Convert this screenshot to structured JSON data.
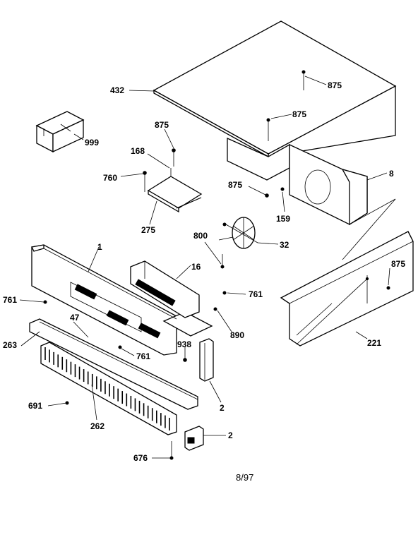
{
  "diagram": {
    "labels": {
      "p432": "432",
      "p875_top": "875",
      "p875_mid": "875",
      "p875_left": "875",
      "p999": "999",
      "p168": "168",
      "p760": "760",
      "p275": "275",
      "p875_fan": "875",
      "p8": "8",
      "p159": "159",
      "p800": "800",
      "p32": "32",
      "p875_right": "875",
      "p1": "1",
      "p16": "16",
      "p761_right": "761",
      "p761_left": "761",
      "p47": "47",
      "p890": "890",
      "p263": "263",
      "p938": "938",
      "p761_center": "761",
      "p221": "221",
      "p2_upper": "2",
      "p691": "691",
      "p262": "262",
      "p2_lower": "2",
      "p676": "676"
    },
    "date_stamp": "8/97"
  }
}
